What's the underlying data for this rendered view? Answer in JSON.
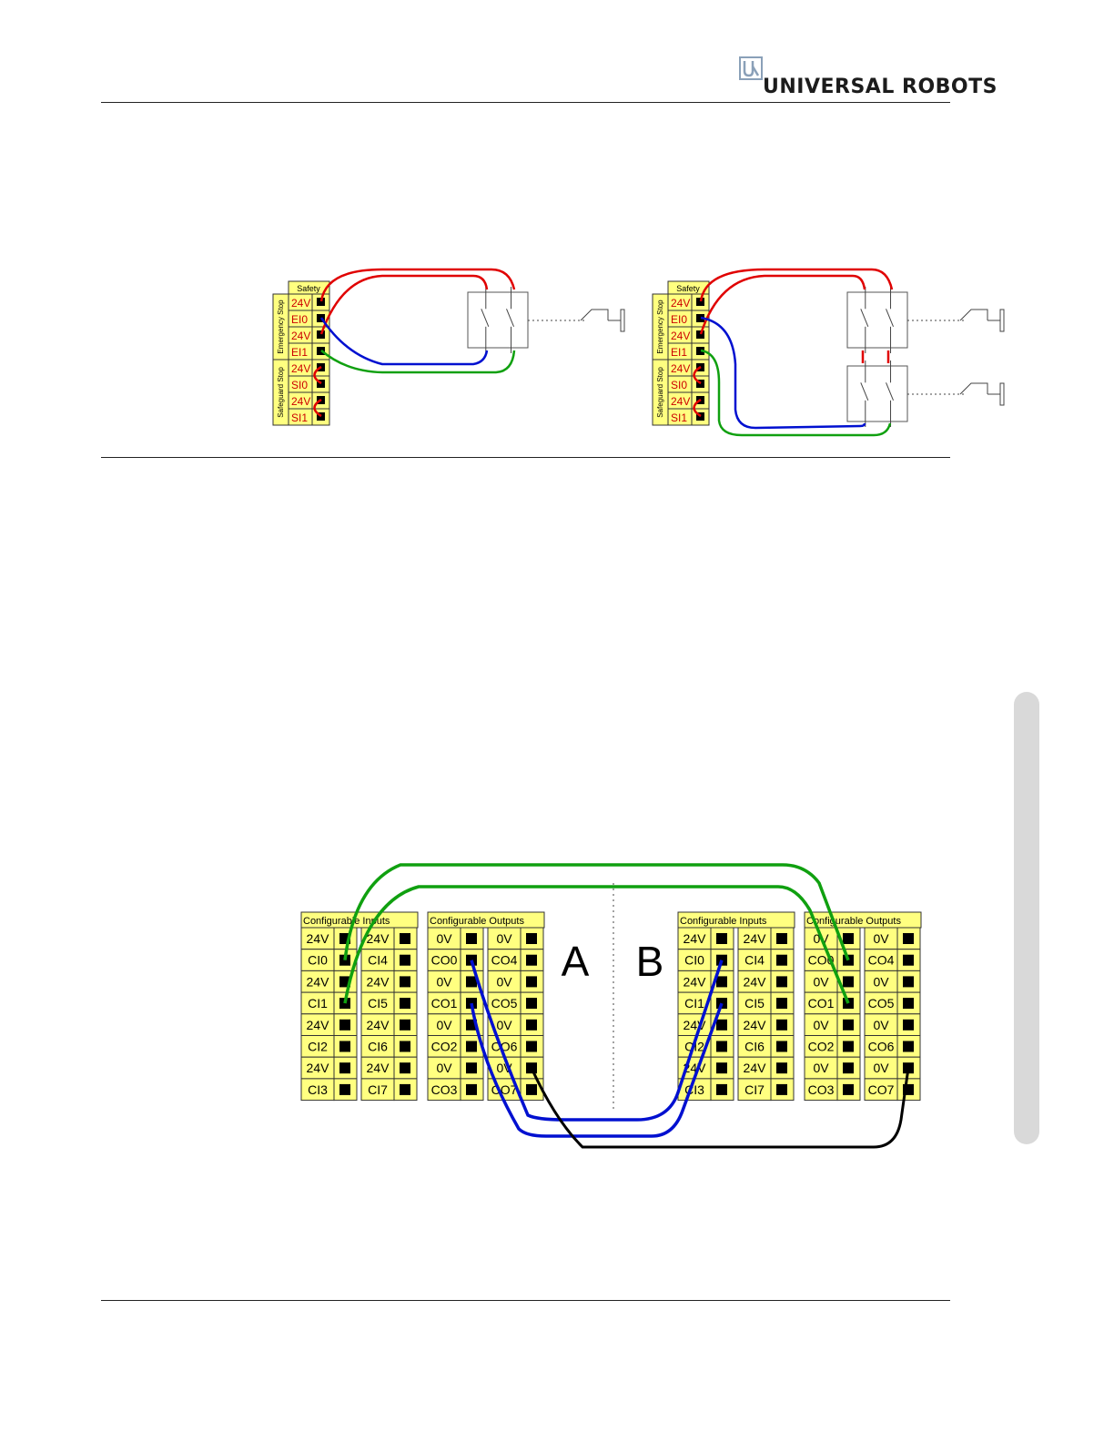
{
  "header": {
    "brand": "UNIVERSAL ROBOTS"
  },
  "safety_panel": {
    "header": "Safety",
    "groups": [
      "Emergency Stop",
      "Safeguard Stop"
    ],
    "terminals": [
      "24V",
      "EI0",
      "24V",
      "EI1",
      "24V",
      "SI0",
      "24V",
      "SI1"
    ]
  },
  "io_panel": {
    "inputs_header": "Configurable Inputs",
    "outputs_header": "Configurable Outputs",
    "inputs_left": [
      "24V",
      "CI0",
      "24V",
      "CI1",
      "24V",
      "CI2",
      "24V",
      "CI3"
    ],
    "inputs_right": [
      "24V",
      "CI4",
      "24V",
      "CI5",
      "24V",
      "CI6",
      "24V",
      "CI7"
    ],
    "outputs_left": [
      "0V",
      "CO0",
      "0V",
      "CO1",
      "0V",
      "CO2",
      "0V",
      "CO3"
    ],
    "outputs_right": [
      "0V",
      "CO4",
      "0V",
      "CO5",
      "0V",
      "CO6",
      "0V",
      "CO7"
    ],
    "label_a": "A",
    "label_b": "B"
  },
  "colors": {
    "terminal_fill": "#ffff80",
    "wire_red": "#e00000",
    "wire_blue": "#0010d0",
    "wire_green": "#10a010",
    "wire_black": "#000000",
    "safety_label": "#cc0000"
  }
}
